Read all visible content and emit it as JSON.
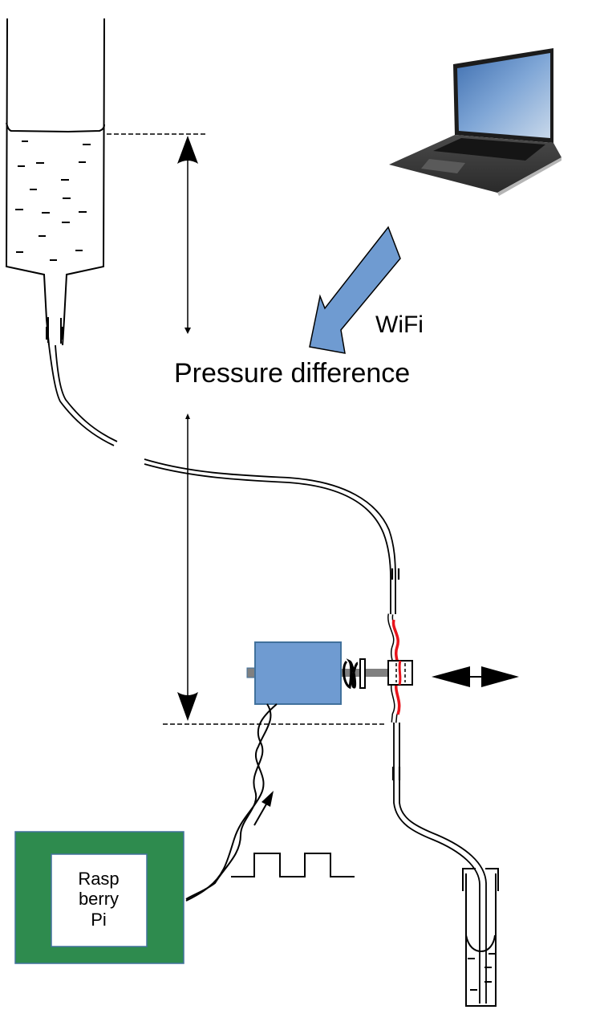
{
  "diagram": {
    "title": "Pressure-driven flow control with Raspberry Pi and WiFi",
    "labels": {
      "pressure_difference": "Pressure difference",
      "wifi": "WiFi",
      "controller_line1": "Rasp",
      "controller_line2": "berry",
      "controller_line3": "Pi"
    },
    "components": [
      {
        "id": "reservoir",
        "name": "Liquid reservoir (syringe)"
      },
      {
        "id": "laptop",
        "name": "Laptop"
      },
      {
        "id": "wifi-arrow",
        "name": "WiFi signal arrow"
      },
      {
        "id": "tubing",
        "name": "Flexible tubing"
      },
      {
        "id": "solenoid",
        "name": "Solenoid actuator"
      },
      {
        "id": "pinch-valve",
        "name": "Pinch valve clamp"
      },
      {
        "id": "motion-arrow",
        "name": "Bidirectional motion arrow"
      },
      {
        "id": "controller",
        "name": "Raspberry Pi controller"
      },
      {
        "id": "pulse-signal",
        "name": "Square wave control signal"
      },
      {
        "id": "collection-tube",
        "name": "Collection tube"
      }
    ],
    "colors": {
      "solenoid": "#6f9bd1",
      "solenoid_border": "#41719c",
      "wifi_arrow": "#6f9bd1",
      "controller_board": "#2e8b4e",
      "valve_highlight": "#e8141c",
      "plunger": "#808080",
      "line": "#000000"
    }
  }
}
